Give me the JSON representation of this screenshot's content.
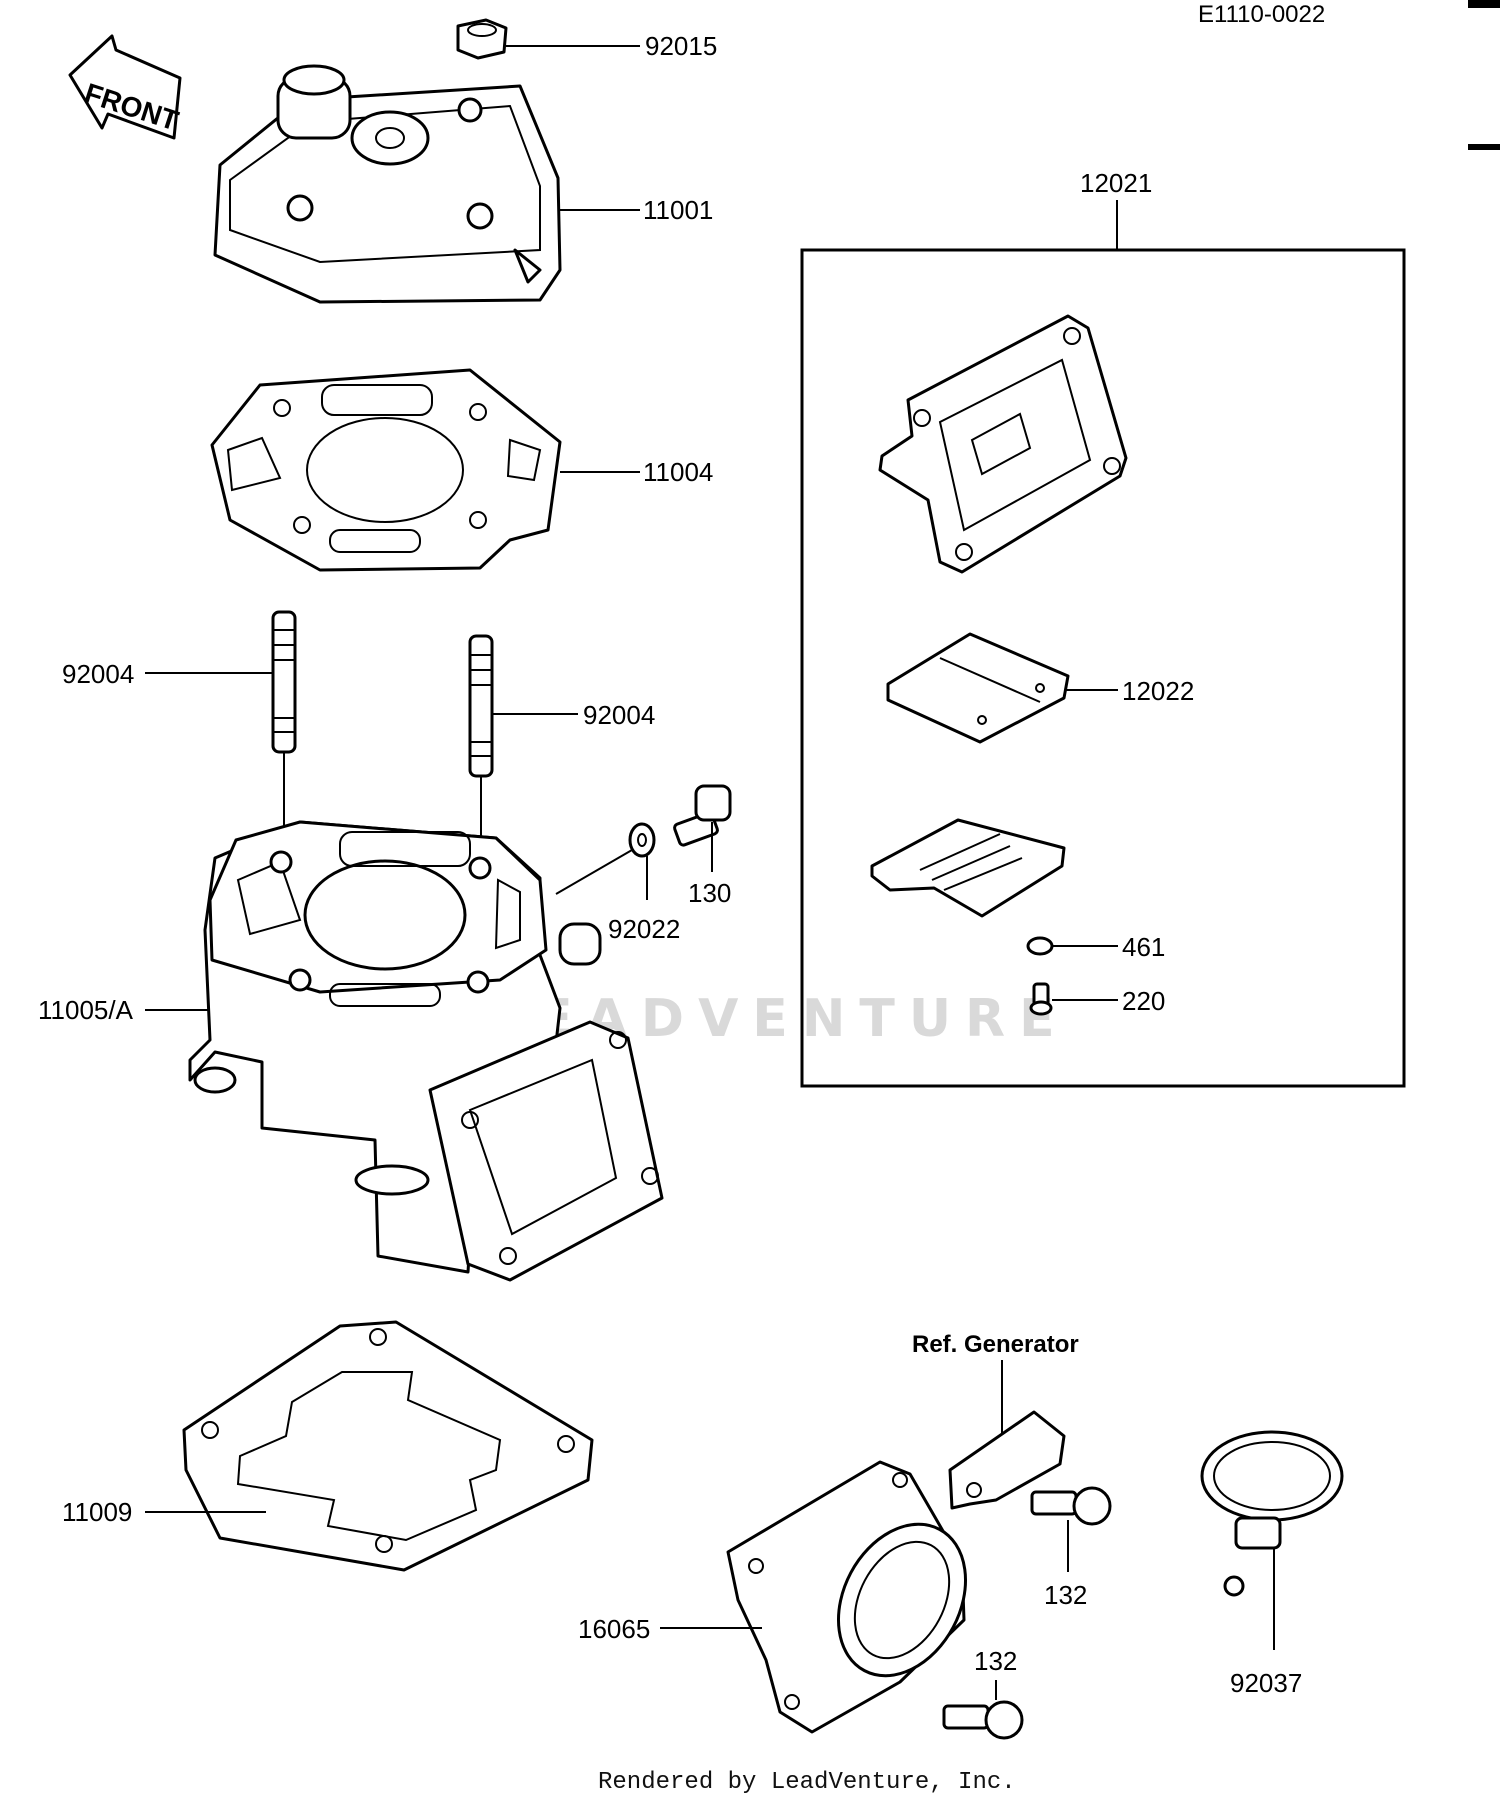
{
  "diagram_code": "E1110-0022",
  "front_arrow_label": "FRONT",
  "watermark": "LEADVENTURE",
  "footer": "Rendered by LeadVenture, Inc.",
  "ref_generator": "Ref. Generator",
  "parts": [
    {
      "id": "p92015",
      "number": "92015"
    },
    {
      "id": "p11001",
      "number": "11001"
    },
    {
      "id": "p11004",
      "number": "11004"
    },
    {
      "id": "p92004a",
      "number": "92004"
    },
    {
      "id": "p92004b",
      "number": "92004"
    },
    {
      "id": "p130",
      "number": "130"
    },
    {
      "id": "p92022",
      "number": "92022"
    },
    {
      "id": "p11005",
      "number": "11005/A"
    },
    {
      "id": "p11009",
      "number": "11009"
    },
    {
      "id": "p12021",
      "number": "12021"
    },
    {
      "id": "p12022",
      "number": "12022"
    },
    {
      "id": "p461",
      "number": "461"
    },
    {
      "id": "p220",
      "number": "220"
    },
    {
      "id": "p132a",
      "number": "132"
    },
    {
      "id": "p132b",
      "number": "132"
    },
    {
      "id": "p16065",
      "number": "16065"
    },
    {
      "id": "p92037",
      "number": "92037"
    }
  ]
}
